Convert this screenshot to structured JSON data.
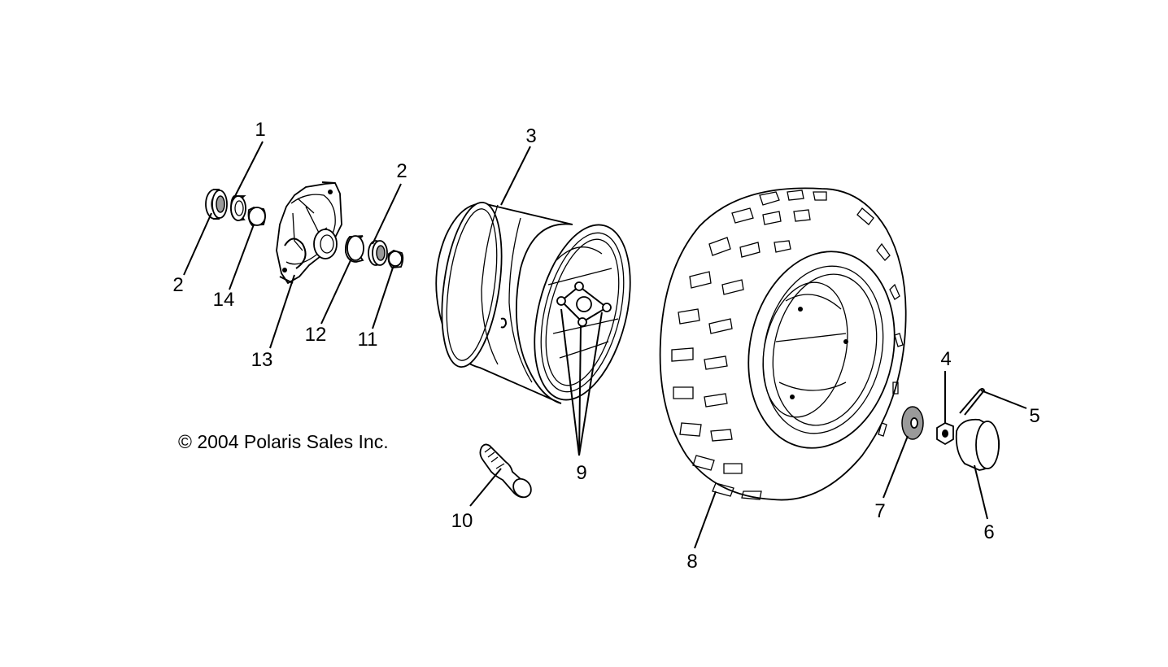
{
  "copyright": "© 2004 Polaris Sales Inc.",
  "callouts": [
    {
      "id": "c1",
      "label": "1"
    },
    {
      "id": "c2a",
      "label": "2"
    },
    {
      "id": "c2b",
      "label": "2"
    },
    {
      "id": "c3",
      "label": "3"
    },
    {
      "id": "c4",
      "label": "4"
    },
    {
      "id": "c5",
      "label": "5"
    },
    {
      "id": "c6",
      "label": "6"
    },
    {
      "id": "c7",
      "label": "7"
    },
    {
      "id": "c8",
      "label": "8"
    },
    {
      "id": "c9",
      "label": "9"
    },
    {
      "id": "c10",
      "label": "10"
    },
    {
      "id": "c11",
      "label": "11"
    },
    {
      "id": "c12",
      "label": "12"
    },
    {
      "id": "c13",
      "label": "13"
    },
    {
      "id": "c14",
      "label": "14"
    }
  ]
}
